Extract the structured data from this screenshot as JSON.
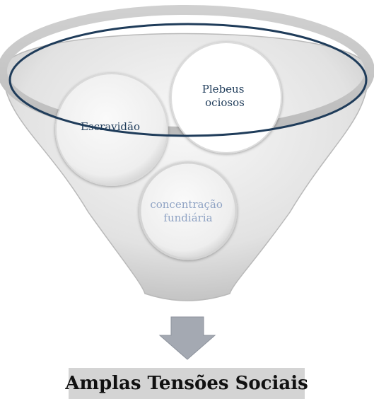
{
  "diagram": {
    "type": "funnel",
    "inputs": [
      {
        "id": "escravidao",
        "lines": [
          "Escravidão"
        ]
      },
      {
        "id": "plebeus",
        "lines": [
          "Plebeus",
          "ociosos"
        ]
      },
      {
        "id": "concentracao",
        "lines": [
          "concentração",
          "fundiária"
        ]
      }
    ],
    "output": "Amplas Tensões Sociais",
    "colors": {
      "funnel_light": "#f4f4f4",
      "funnel_dark": "#c9c9c9",
      "outline": "#1f3c5a",
      "circle_fill": "#f7f7f7",
      "arrow": "#a4a9b2",
      "text_dark": "#1f3c5a",
      "text_light": "#8fa3c4",
      "caption_bg": "#d4d4d4"
    }
  }
}
